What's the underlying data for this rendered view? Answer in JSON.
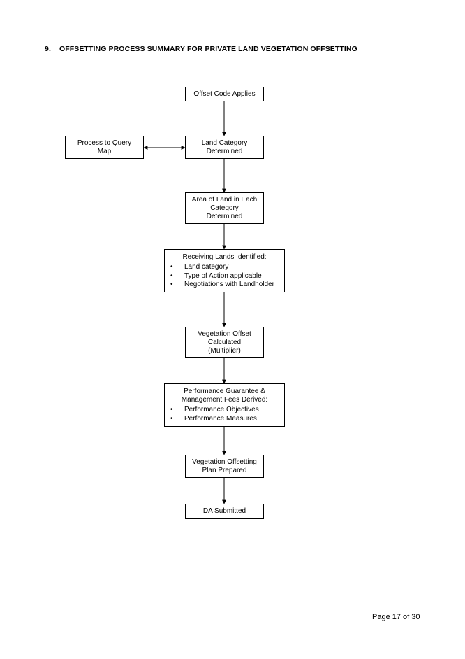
{
  "heading": {
    "number": "9.",
    "title": "OFFSETTING PROCESS SUMMARY FOR PRIVATE LAND VEGETATION OFFSETTING"
  },
  "nodes": {
    "offset_code": {
      "lines": [
        "Offset Code Applies"
      ]
    },
    "land_category": {
      "lines": [
        "Land Category",
        "Determined"
      ]
    },
    "process_query": {
      "lines": [
        "Process to Query",
        "Map"
      ]
    },
    "area_of_land": {
      "lines": [
        "Area of Land in Each",
        "Category",
        "Determined"
      ]
    },
    "receiving_lands": {
      "title": "Receiving Lands Identified:",
      "bullets": [
        "Land category",
        "Type of Action applicable",
        "Negotiations with Landholder"
      ]
    },
    "vegetation_offset": {
      "lines": [
        "Vegetation Offset",
        "Calculated",
        "(Multiplier)"
      ]
    },
    "performance": {
      "title_lines": [
        "Performance Guarantee &",
        "Management Fees Derived:"
      ],
      "bullets": [
        "Performance Objectives",
        "Performance Measures"
      ]
    },
    "offset_plan": {
      "lines": [
        "Vegetation Offsetting",
        "Plan Prepared"
      ]
    },
    "da_submitted": {
      "lines": [
        "DA Submitted"
      ]
    }
  },
  "edges": [
    {
      "from": "offset_code",
      "to": "land_category"
    },
    {
      "from": "land_category",
      "to": "process_query",
      "bidirectional": true
    },
    {
      "from": "land_category",
      "to": "area_of_land"
    },
    {
      "from": "area_of_land",
      "to": "receiving_lands"
    },
    {
      "from": "receiving_lands",
      "to": "vegetation_offset"
    },
    {
      "from": "vegetation_offset",
      "to": "performance"
    },
    {
      "from": "performance",
      "to": "offset_plan"
    },
    {
      "from": "offset_plan",
      "to": "da_submitted"
    }
  ],
  "footer": {
    "page": "Page 17 of 30"
  }
}
